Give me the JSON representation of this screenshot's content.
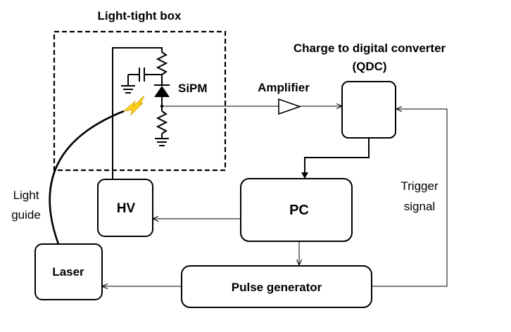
{
  "labels": {
    "light_tight_box": "Light-tight box",
    "qdc_line1": "Charge to digital converter",
    "qdc_line2": "(QDC)",
    "sipm": "SiPM",
    "amplifier": "Amplifier",
    "light_guide_line1": "Light",
    "light_guide_line2": "guide",
    "hv": "HV",
    "pc": "PC",
    "trigger_line1": "Trigger",
    "trigger_line2": "signal",
    "laser": "Laser",
    "pulse_generator": "Pulse generator"
  },
  "colors": {
    "line": "#000000",
    "flash_fill": "#ffd21a",
    "flash_stroke": "#d9a400"
  }
}
